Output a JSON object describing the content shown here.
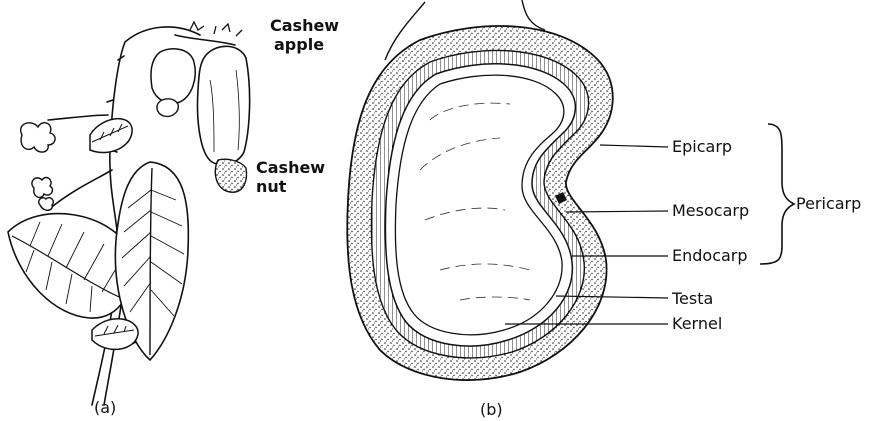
{
  "figure_a": {
    "caption": "(a)",
    "labels": {
      "cashew_apple_line1": "Cashew",
      "cashew_apple_line2": "apple",
      "cashew_nut_line1": "Cashew",
      "cashew_nut_line2": "nut"
    }
  },
  "figure_b": {
    "caption": "(b)",
    "labels": {
      "epicarp": "Epicarp",
      "mesocarp": "Mesocarp",
      "endocarp": "Endocarp",
      "testa": "Testa",
      "kernel": "Kernel",
      "pericarp": "Pericarp"
    }
  },
  "colors": {
    "ink": "#111111",
    "background": "#ffffff"
  }
}
